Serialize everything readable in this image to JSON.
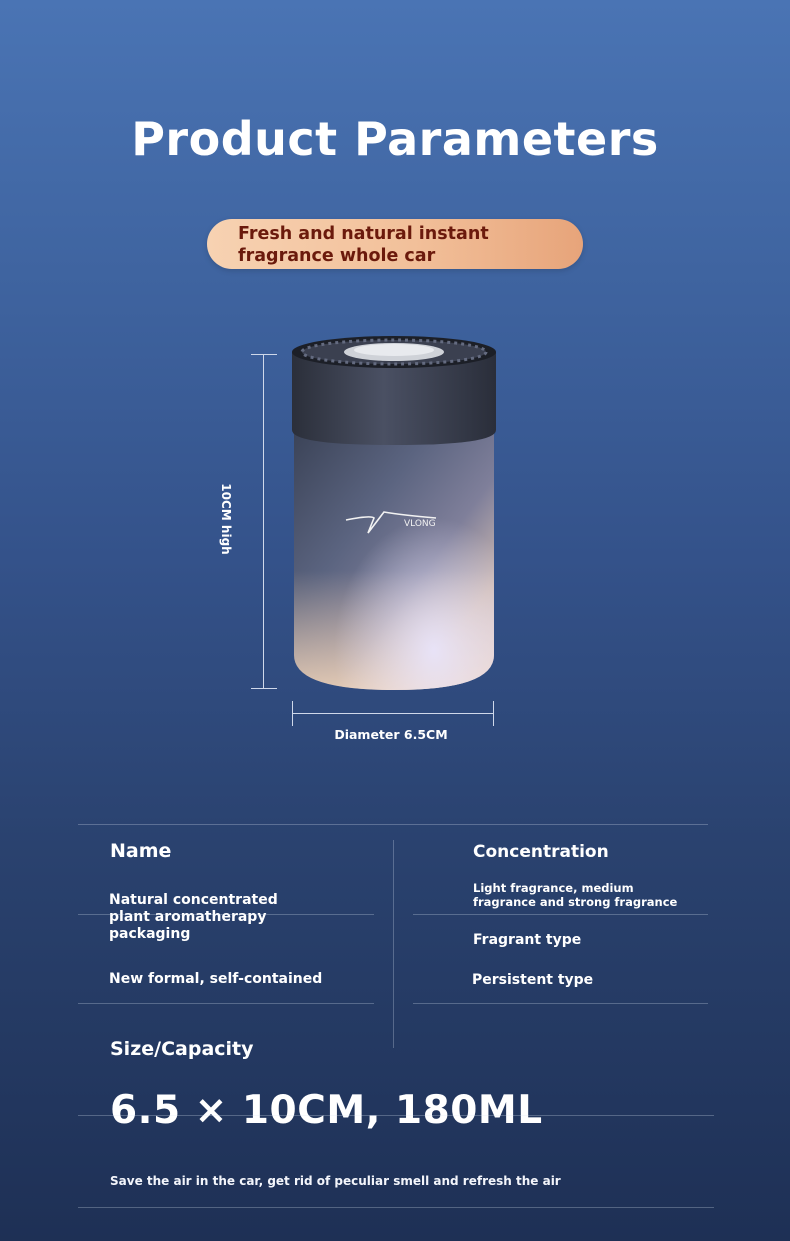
{
  "title": "Product Parameters",
  "tagline": "Fresh and natural instant\nfragrance whole car",
  "product": {
    "logo_text": "VLONG",
    "height_label": "10CM high",
    "diameter_label": "Diameter 6.5CM"
  },
  "specs": {
    "name_heading": "Name",
    "name_value": "Natural concentrated\nplant aromatherapy\npackaging",
    "style_value": "New formal, self-contained",
    "concentration_heading": "Concentration",
    "concentration_value": "Light fragrance, medium\nfragrance and strong fragrance",
    "fragrant_type": "Fragrant type",
    "persistent_type": "Persistent type",
    "size_heading": "Size/Capacity",
    "size_value": "6.5 × 10CM, 180ML"
  },
  "footer": "Save the air in the car, get rid of peculiar smell and refresh the air",
  "colors": {
    "background_top": "#4a74b4",
    "background_bottom": "#1e3055",
    "pill": "#f2c09a",
    "pill_text": "#6b1a0c"
  }
}
